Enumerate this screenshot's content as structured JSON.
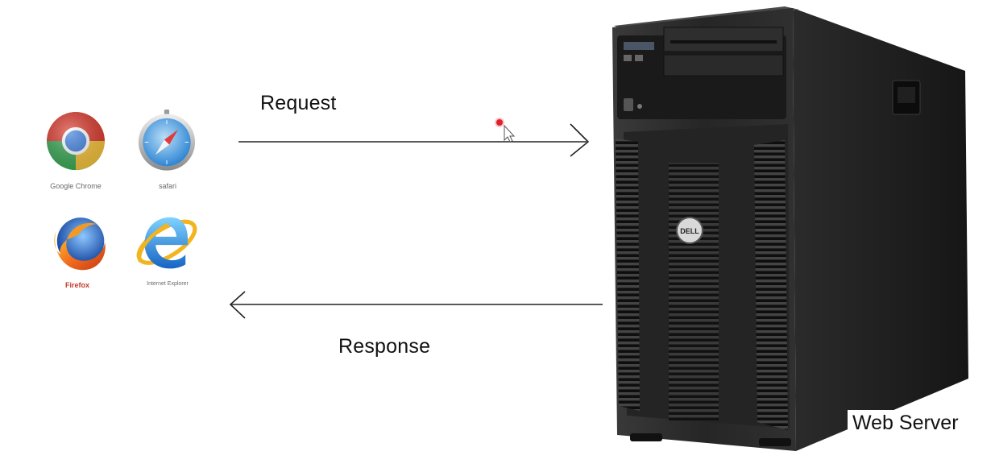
{
  "browsers": {
    "chrome": {
      "label": "Google Chrome"
    },
    "safari": {
      "label": "safari"
    },
    "firefox": {
      "label": "Firefox",
      "label_color": "#c0392b"
    },
    "ie": {
      "label": "Internet Explorer"
    }
  },
  "arrows": {
    "request": {
      "label": "Request"
    },
    "response": {
      "label": "Response"
    }
  },
  "server": {
    "label": "Web Server",
    "badge": "DELL"
  },
  "colors": {
    "server_body": "#1e1e1e",
    "arrow_line": "#222222",
    "cursor_dot": "#e0202a"
  }
}
